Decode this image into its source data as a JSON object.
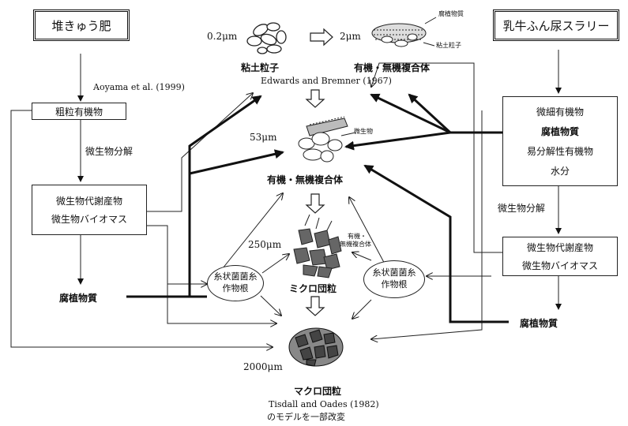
{
  "left": {
    "title": "堆きゅう肥",
    "citation": "Aoyama et al. (1999)",
    "coarse_om": "粗粒有機物",
    "decomposition": "微生物分解",
    "metabolites": "微生物代謝産物",
    "biomass": "微生物バイオマス",
    "humus": "腐植物質"
  },
  "right": {
    "title": "乳牛ふん尿スラリー",
    "fine_om": "微細有機物",
    "humus_bold": "腐植物質",
    "labile_om": "易分解性有機物",
    "water": "水分",
    "decomposition": "微生物分解",
    "metabolites": "微生物代謝産物",
    "biomass": "微生物バイオマス",
    "humus": "腐植物質"
  },
  "center": {
    "size_clay": "0.2μm",
    "size_complex_small": "2μm",
    "clay_label": "粘土粒子",
    "complex_small_label": "有機・無機複合体",
    "legend_humus": "腐植物質",
    "legend_clay": "粘土粒子",
    "citation_edwards": "Edwards and Bremner (1967)",
    "size_53": "53μm",
    "microbe_label": "微生物",
    "complex_53_label": "有機・無機複合体",
    "size_250": "250μm",
    "complex_250_note_line1": "有機・",
    "complex_250_note_line2": "無機複合体",
    "micro_aggregate": "ミクロ団粒",
    "size_2000": "2000μm",
    "macro_aggregate": "マクロ団粒",
    "citation_tisdall": "Tisdall and Oades (1982)",
    "note_modified": "のモデルを一部改変"
  },
  "ellipse_left": {
    "line1": "糸状菌菌糸",
    "line2": "作物根"
  },
  "ellipse_right": {
    "line1": "糸状菌菌糸",
    "line2": "作物根"
  }
}
